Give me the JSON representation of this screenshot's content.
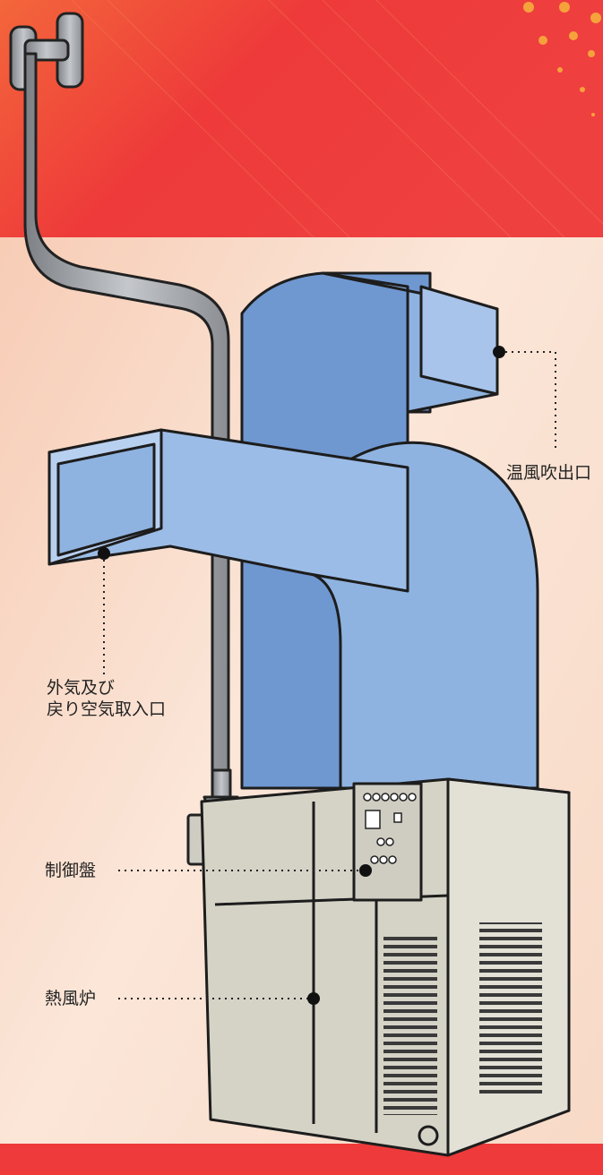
{
  "colors": {
    "banner_top": "#ee3a3a",
    "banner_accent": "#f5762f",
    "background": "#fbe3d3",
    "duct": "#8fb3e0",
    "duct_shadow": "#6f98d1",
    "furnace": "#d5d3c6",
    "pipe": "#a6a9ad",
    "bottom_bar": "#ee3a3a"
  },
  "labels": {
    "hot_air_outlet": "温風吹出口",
    "air_intake": "外気及び\n戻り空気取入口",
    "control_panel": "制御盤",
    "furnace": "熱風炉"
  }
}
